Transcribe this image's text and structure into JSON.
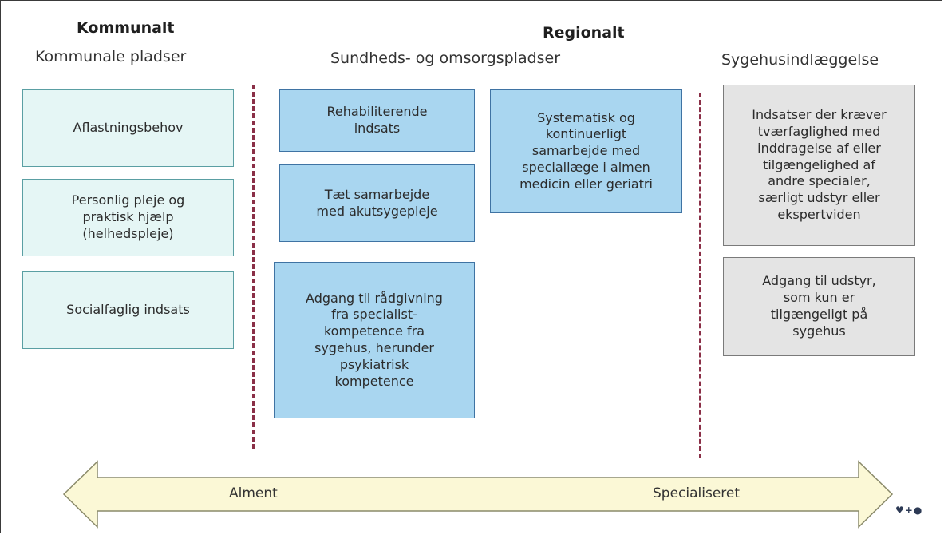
{
  "headings": {
    "kommunalt": "Kommunalt",
    "kommunale_pladser": "Kommunale pladser",
    "regionalt": "Regionalt",
    "sundheds": "Sundheds- og omsorgspladser",
    "sygehus": "Sygehusindlæggelse"
  },
  "kommunal_boxes": [
    "Aflastningsbehov",
    "Personlig pleje og\npraktisk hjælp\n(helhedspleje)",
    "Socialfaglig indsats"
  ],
  "regional_left_boxes": [
    "Rehabiliterende\nindsats",
    "Tæt samarbejde\nmed akutsygepleje",
    "Adgang til rådgivning\nfra specialist-\nkompetence fra\nsygehus, herunder\npsykiatrisk\nkompetence"
  ],
  "regional_right_box": "Systematisk og\nkontinuerligt\nsamarbejde med\nspeciallæge i almen\nmedicin eller geriatri",
  "sygehus_boxes": [
    "Indsatser der kræver\ntværfaglighed med\ninddragelse af eller\ntilgængelighed af\nandre specialer,\nsærligt udstyr eller\nekspertviden",
    "Adgang til udstyr,\nsom kun er\ntilgængeligt på\nsygehus"
  ],
  "arrow": {
    "left_label": "Alment",
    "right_label": "Specialiseret",
    "fill_color": "#fbf8d6",
    "stroke_color": "#8a8a6a"
  },
  "colors": {
    "divider": "#8a2f47",
    "kommunal_fill": "#e5f6f5",
    "regional_fill": "#a9d6f0",
    "sygehus_fill": "#e4e4e4"
  },
  "logo": "♥+●"
}
